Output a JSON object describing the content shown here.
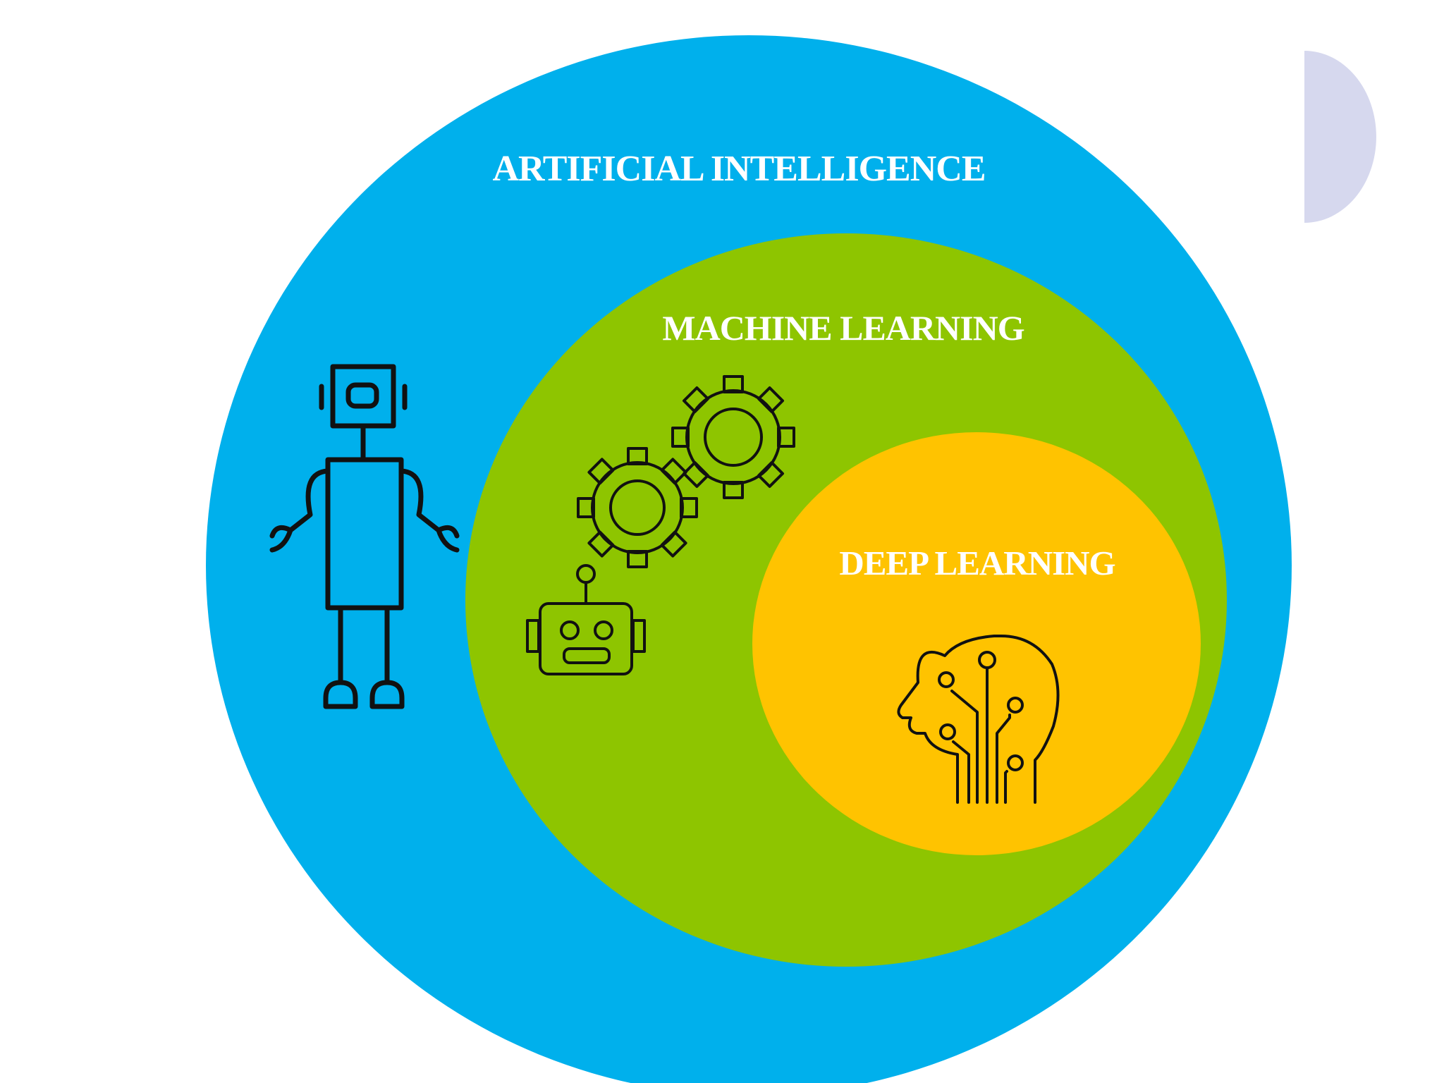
{
  "diagram": {
    "labels": {
      "ai": "ARTIFICIAL INTELLIGENCE",
      "ml": "MACHINE LEARNING",
      "dl": "DEEP LEARNING"
    },
    "colors": {
      "ai": "#00b0ec",
      "ml": "#8ec500",
      "dl": "#ffc300",
      "corner_accent": "#d6d8ee",
      "icon_stroke": "#111111",
      "label_text": "#ffffff"
    },
    "icons": {
      "ai": "robot-icon",
      "ml_gears": "gears-icon",
      "ml_bot": "robot-head-icon",
      "dl": "brain-circuit-head-icon"
    }
  }
}
